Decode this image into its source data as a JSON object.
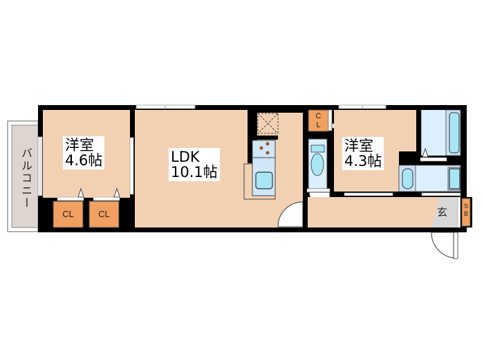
{
  "floor_plan": {
    "colors": {
      "wall": "#000000",
      "floor": "#f2d1b3",
      "wet_area": "#dcefff",
      "fixture": "#a8e6f5",
      "closet": "#f0a060",
      "balcony": "#ddd6d0",
      "entrance": "#d8d8d8"
    },
    "rooms": [
      {
        "id": "western-room-1",
        "name": "洋室",
        "size": "4.6帖"
      },
      {
        "id": "ldk",
        "name": "LDK",
        "size": "10.1帖"
      },
      {
        "id": "western-room-2",
        "name": "洋室",
        "size": "4.3帖"
      }
    ],
    "balcony": {
      "label": "バルコニー"
    },
    "closets": [
      {
        "label": "CL"
      },
      {
        "label": "CL"
      },
      {
        "label": "C\nL"
      }
    ],
    "entrance": {
      "label": "玄"
    },
    "shoe_box": {
      "label": "S\nB"
    }
  }
}
